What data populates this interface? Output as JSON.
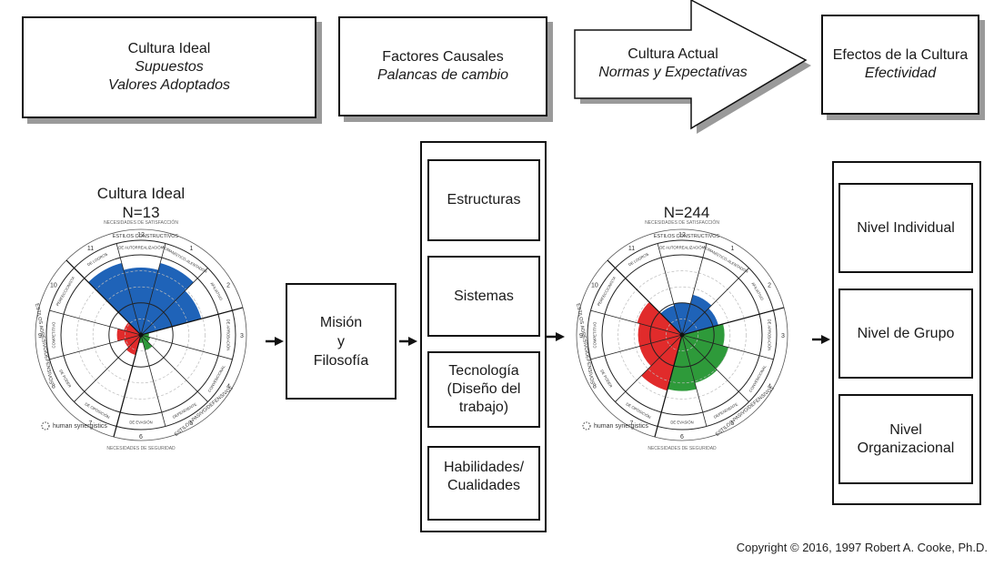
{
  "header": {
    "box1": {
      "title": "Cultura Ideal",
      "line2": "Supuestos",
      "line3": "Valores Adoptados"
    },
    "box2": {
      "title": "Factores Causales",
      "line2": "Palancas de cambio"
    },
    "arrow": {
      "title": "Cultura Actual",
      "line2": "Normas y Expectativas"
    },
    "box4": {
      "title": "Efectos de la Cultura",
      "line2": "Efectividad"
    }
  },
  "mission": {
    "line1": "Misión",
    "line2": "y",
    "line3": "Filosofía"
  },
  "levers": [
    {
      "label": "Estructuras"
    },
    {
      "label": "Sistemas"
    },
    {
      "label": "Tecnología (Diseño del trabajo)"
    },
    {
      "label": "Habilidades/ Cualidades"
    }
  ],
  "effects": [
    {
      "label": "Nivel Individual"
    },
    {
      "label": "Nivel de Grupo"
    },
    {
      "label": "Nivel Organizacional"
    }
  ],
  "copyright": "Copyright © 2016, 1997 Robert A. Cooke, Ph.D.",
  "colors": {
    "constructive": "#1f63b8",
    "passive": "#2e9a3a",
    "aggressive": "#e12b2b"
  },
  "chart_data": [
    {
      "type": "circumplex",
      "title": "Cultura Ideal",
      "subtitle": "N=13",
      "outer_labels": [
        "NECESIDADES DE SATISFACCIÓN",
        "ESTILOS CONSTRUCTIVOS",
        "ESTILOS PASIVO/DEFENSIVOS",
        "NECESIDADES DE SEGURIDAD",
        "ESTILOS AGRESIVO/DEFENSIVOS"
      ],
      "logo": "human synergistics",
      "segments": [
        {
          "n": 1,
          "name": "HUMANÍSTICO-ALENTADOR",
          "group": "constructive",
          "value": 0.93
        },
        {
          "n": 2,
          "name": "AFILIATIVO",
          "group": "constructive",
          "value": 0.78
        },
        {
          "n": 3,
          "name": "DE APROBACIÓN",
          "group": "passive",
          "value": 0.1
        },
        {
          "n": 4,
          "name": "CONVENCIONAL",
          "group": "passive",
          "value": 0.12
        },
        {
          "n": 5,
          "name": "DEPENDIENTE",
          "group": "passive",
          "value": 0.2
        },
        {
          "n": 6,
          "name": "DE EVASIÓN",
          "group": "passive",
          "value": 0.1
        },
        {
          "n": 7,
          "name": "DE OPOSICIÓN",
          "group": "aggressive",
          "value": 0.26
        },
        {
          "n": 8,
          "name": "DE PODER",
          "group": "aggressive",
          "value": 0.22
        },
        {
          "n": 9,
          "name": "COMPETITIVO",
          "group": "aggressive",
          "value": 0.3
        },
        {
          "n": 10,
          "name": "PERFECCIONISTA",
          "group": "aggressive",
          "value": 0.22
        },
        {
          "n": 11,
          "name": "DE LOGROS",
          "group": "constructive",
          "value": 0.93
        },
        {
          "n": 12,
          "name": "DE AUTORREALIZACIÓN",
          "group": "constructive",
          "value": 0.84
        }
      ]
    },
    {
      "type": "circumplex",
      "title": "",
      "subtitle": "N=244",
      "outer_labels": [
        "NECESIDADES DE SATISFACCIÓN",
        "ESTILOS CONSTRUCTIVOS",
        "ESTILOS PASIVO/DEFENSIVOS",
        "NECESIDADES DE SEGURIDAD",
        "ESTILOS AGRESIVO/DEFENSIVOS"
      ],
      "logo": "human synergistics",
      "segments": [
        {
          "n": 1,
          "name": "HUMANÍSTICO-ALENTADOR",
          "group": "constructive",
          "value": 0.52
        },
        {
          "n": 2,
          "name": "AFILIATIVO",
          "group": "constructive",
          "value": 0.47
        },
        {
          "n": 3,
          "name": "DE APROBACIÓN",
          "group": "passive",
          "value": 0.53
        },
        {
          "n": 4,
          "name": "CONVENCIONAL",
          "group": "passive",
          "value": 0.6
        },
        {
          "n": 5,
          "name": "DEPENDIENTE",
          "group": "passive",
          "value": 0.62
        },
        {
          "n": 6,
          "name": "DE EVASIÓN",
          "group": "passive",
          "value": 0.7
        },
        {
          "n": 7,
          "name": "DE OPOSICIÓN",
          "group": "aggressive",
          "value": 0.72
        },
        {
          "n": 8,
          "name": "DE PODER",
          "group": "aggressive",
          "value": 0.55
        },
        {
          "n": 9,
          "name": "COMPETITIVO",
          "group": "aggressive",
          "value": 0.55
        },
        {
          "n": 10,
          "name": "PERFECCIONISTA",
          "group": "aggressive",
          "value": 0.58
        },
        {
          "n": 11,
          "name": "DE LOGROS",
          "group": "constructive",
          "value": 0.38
        },
        {
          "n": 12,
          "name": "DE AUTORREALIZACIÓN",
          "group": "constructive",
          "value": 0.4
        }
      ]
    }
  ]
}
